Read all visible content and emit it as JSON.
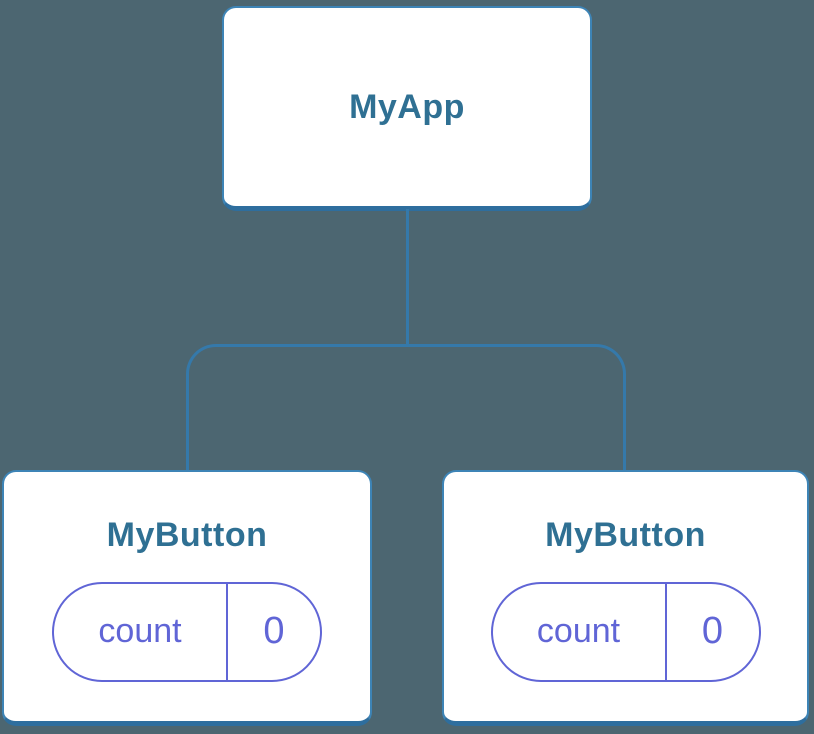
{
  "diagram": {
    "type": "component-tree",
    "root": {
      "label": "MyApp"
    },
    "children": [
      {
        "label": "MyButton",
        "state_key": "count",
        "state_value": "0"
      },
      {
        "label": "MyButton",
        "state_key": "count",
        "state_value": "0"
      }
    ]
  },
  "colors": {
    "background": "#4c6671",
    "node_fill": "#ffffff",
    "node_border": "#3d84b6",
    "node_border_bottom": "#2e6e9e",
    "node_label": "#2f7093",
    "connector": "#3579aa",
    "state_accent": "#6065d6"
  }
}
